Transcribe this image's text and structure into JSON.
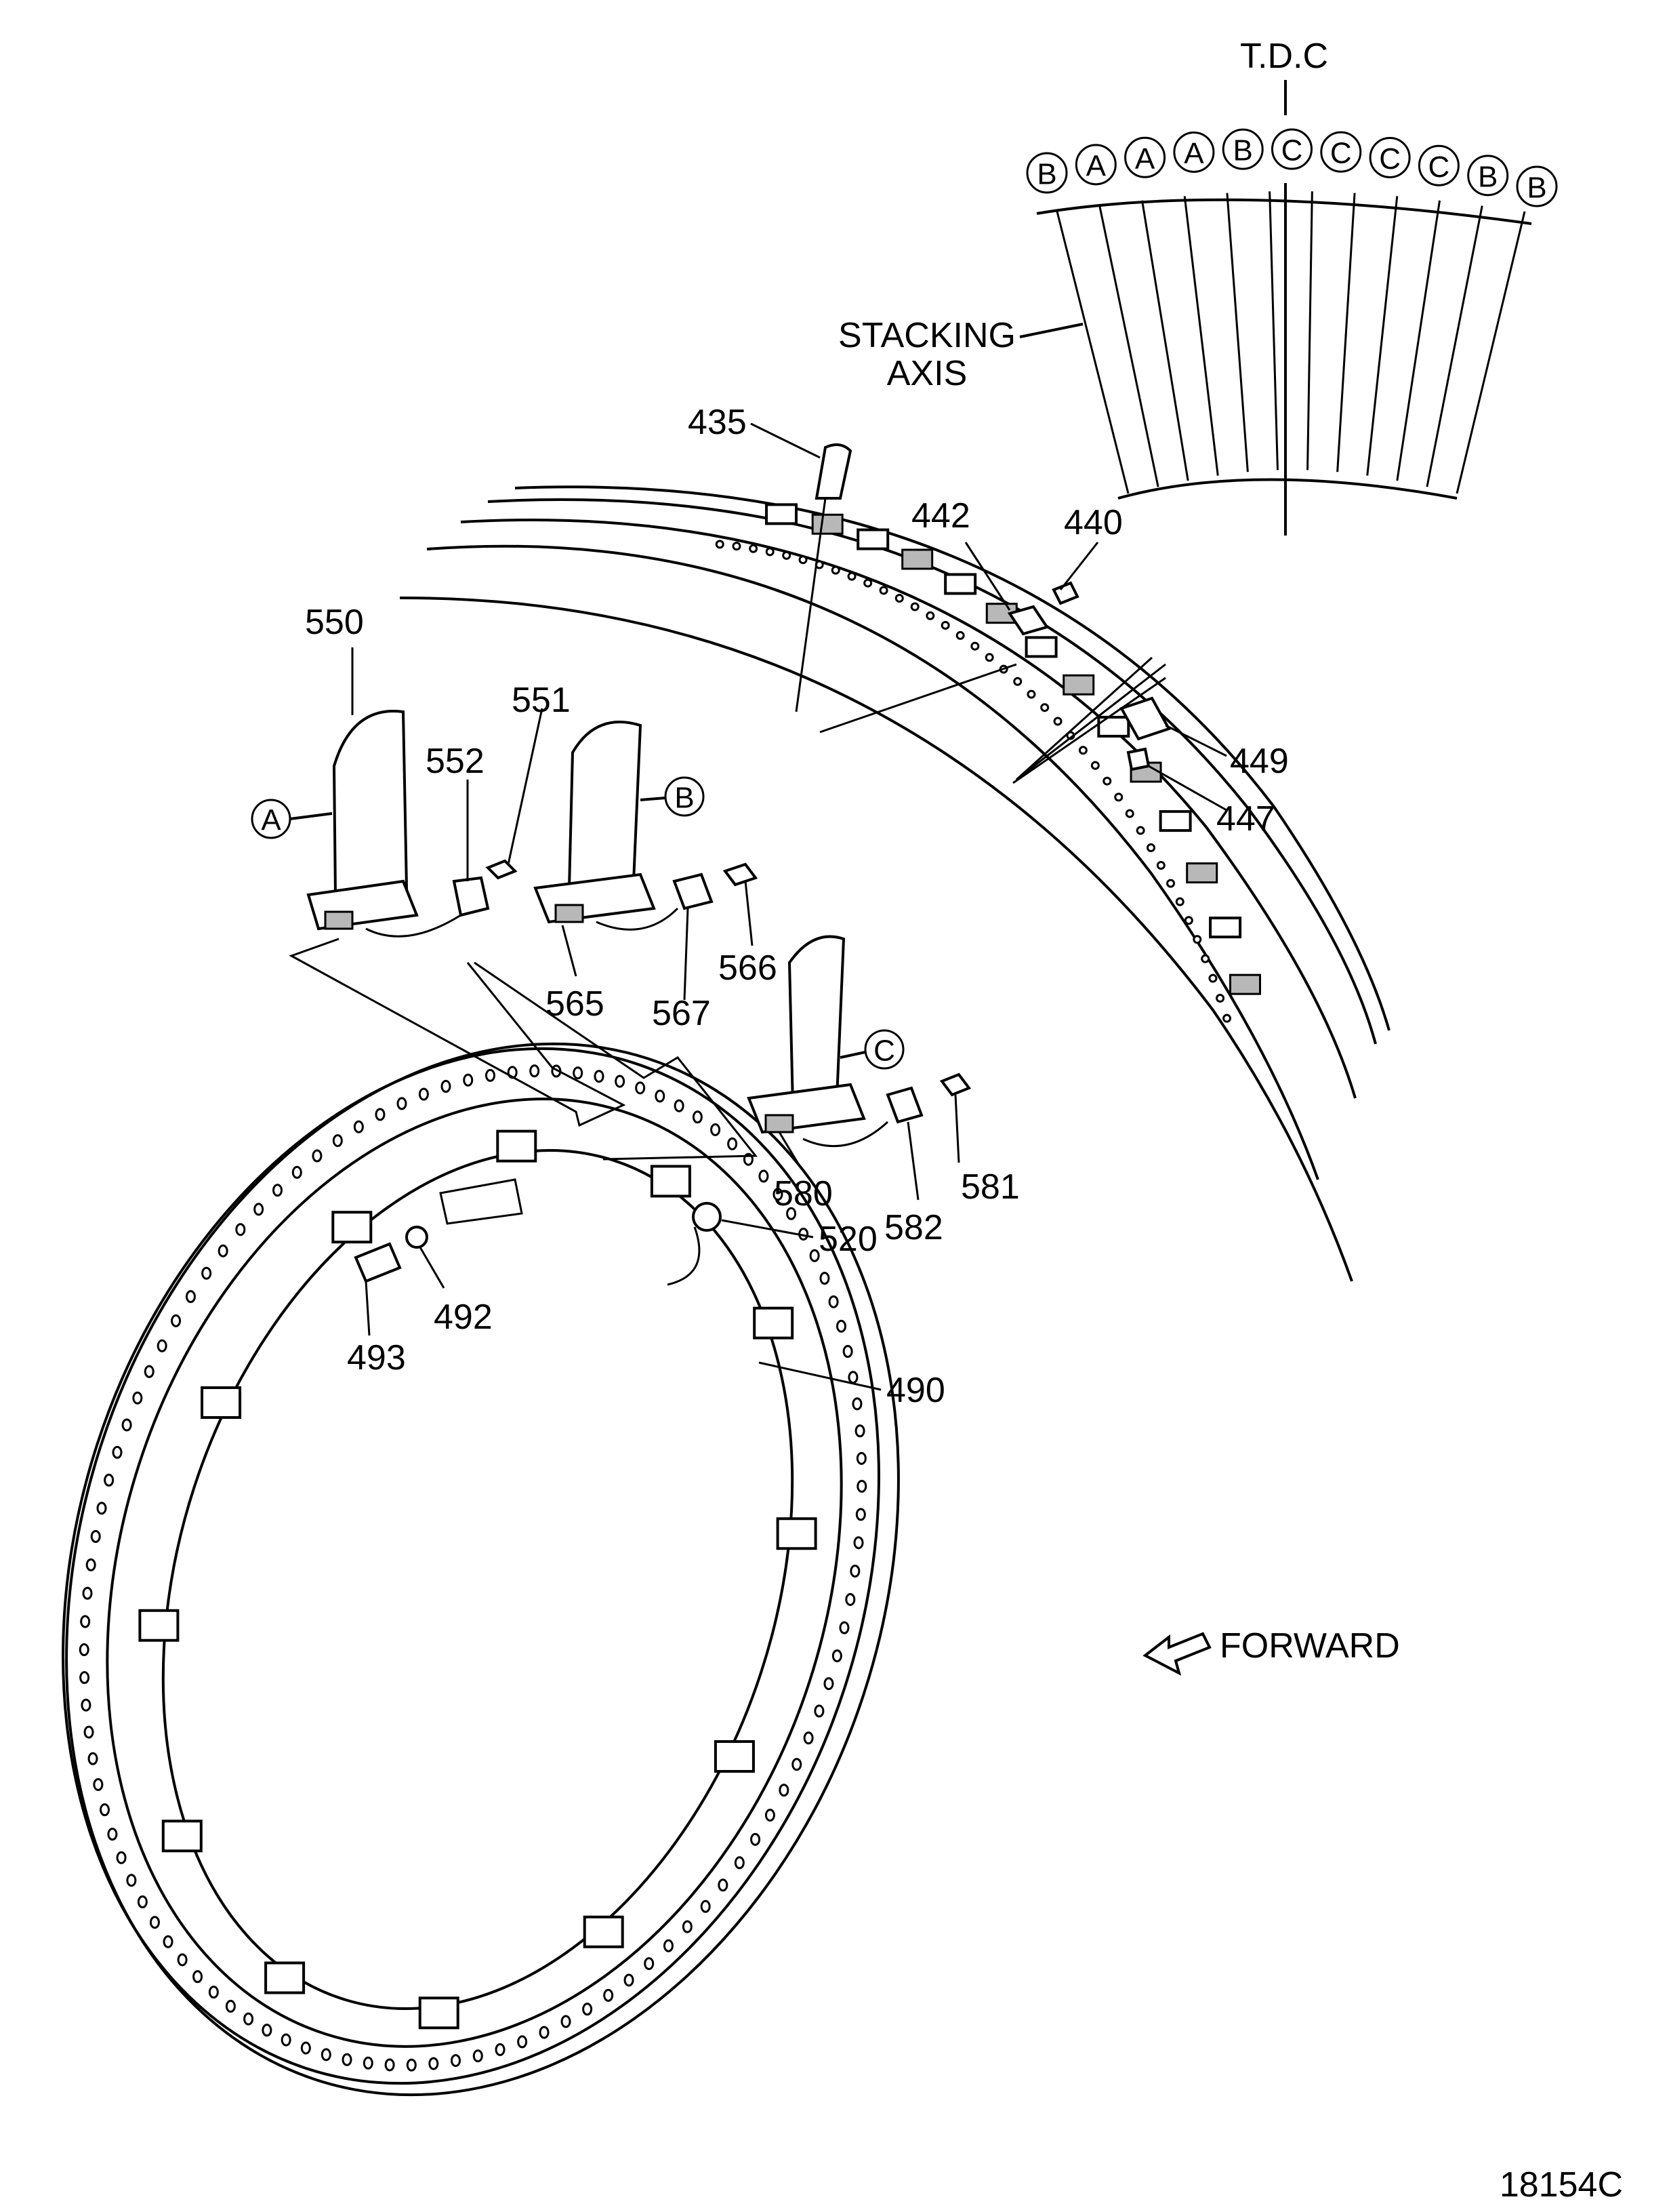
{
  "stacking_diagram": {
    "tdc_label": "T.D.C",
    "axis_label_line1": "STACKING",
    "axis_label_line2": "AXIS",
    "blade_letters": [
      "B",
      "A",
      "A",
      "A",
      "B",
      "C",
      "C",
      "C",
      "C",
      "B",
      "B"
    ]
  },
  "callouts": {
    "c435": "435",
    "c442": "442",
    "c440": "440",
    "c449": "449",
    "c447": "447",
    "c550": "550",
    "c551": "551",
    "c552": "552",
    "c565": "565",
    "c567": "567",
    "c566": "566",
    "c580": "580",
    "c582": "582",
    "c581": "581",
    "c520": "520",
    "c492": "492",
    "c493": "493",
    "c490": "490"
  },
  "blade_types": {
    "a": "A",
    "b": "B",
    "c": "C"
  },
  "forward_label": "FORWARD",
  "figure_number": "18154C"
}
